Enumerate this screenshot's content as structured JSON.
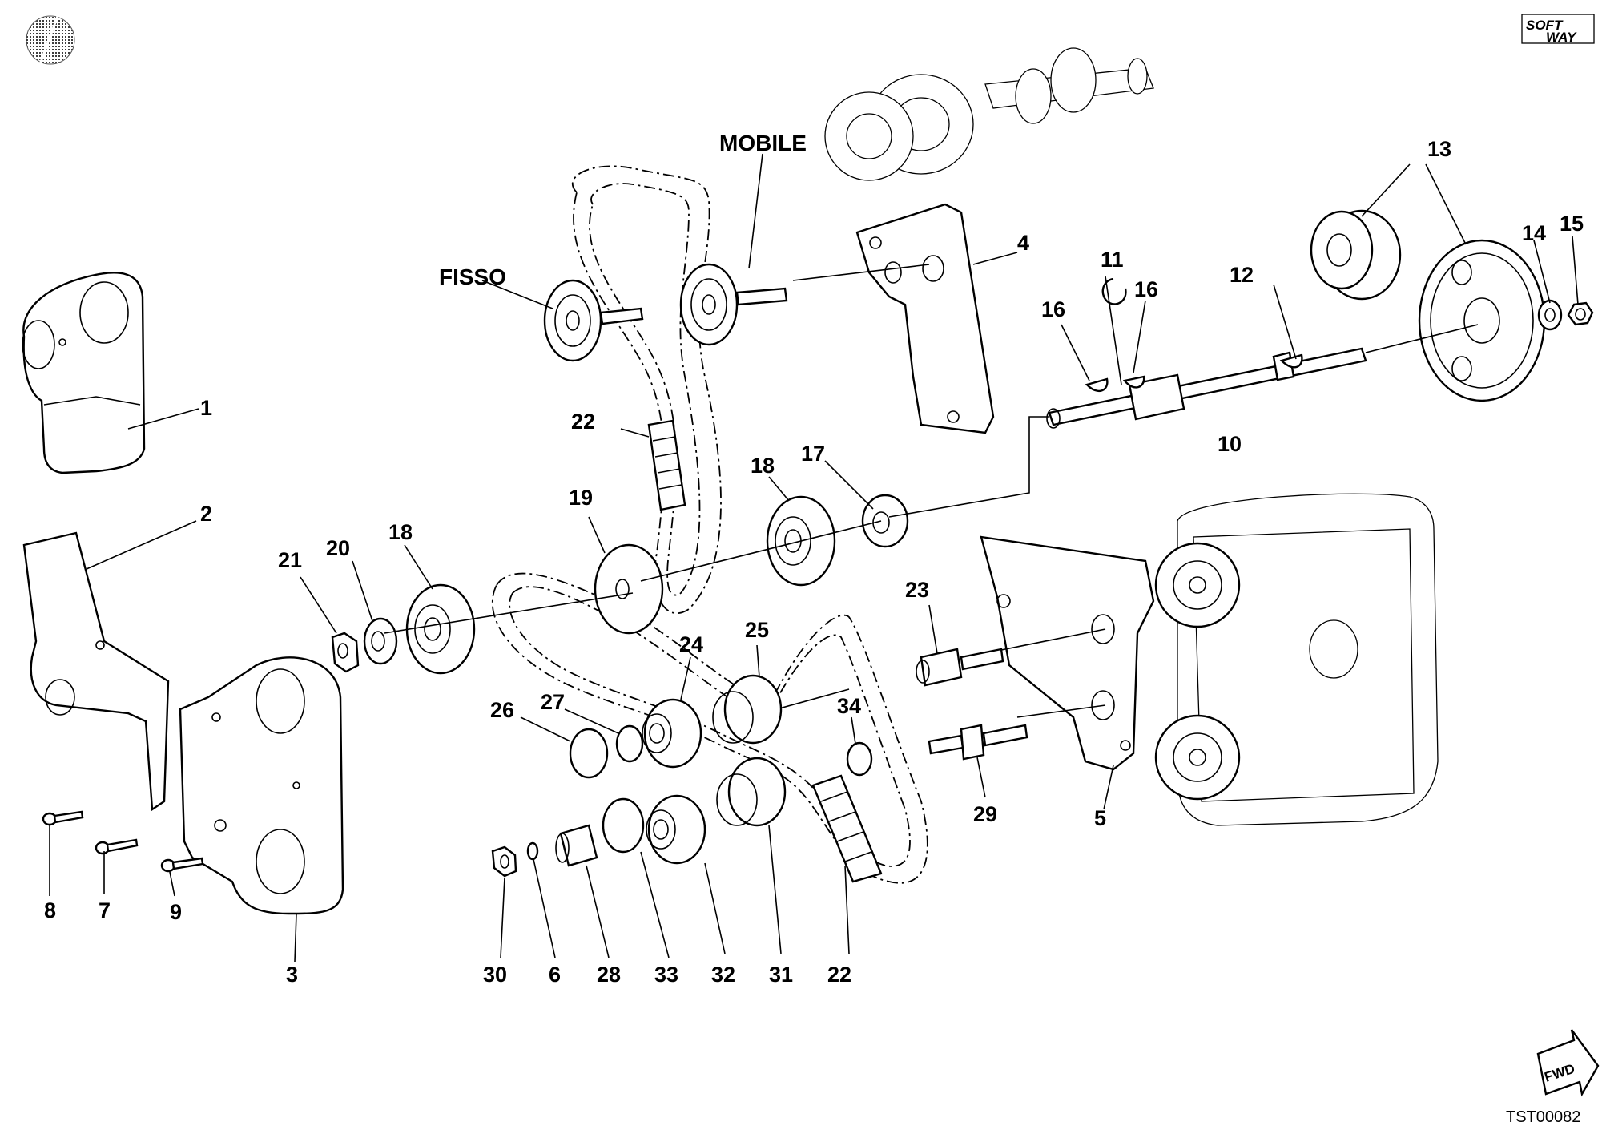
{
  "diagram": {
    "code": "TST00082",
    "words": {
      "fisso": "FISSO",
      "mobile": "MOBILE"
    },
    "logo_soft": "SOFT",
    "logo_way": "WAY",
    "fwd": "FWD",
    "labels": {
      "p1": "1",
      "p2": "2",
      "p3": "3",
      "p4": "4",
      "p5": "5",
      "p6": "6",
      "p7": "7",
      "p8": "8",
      "p9": "9",
      "p10": "10",
      "p11": "11",
      "p12": "12",
      "p13": "13",
      "p14": "14",
      "p15": "15",
      "p16a": "16",
      "p16b": "16",
      "p17": "17",
      "p18a": "18",
      "p18b": "18",
      "p19": "19",
      "p20": "20",
      "p21": "21",
      "p22a": "22",
      "p22b": "22",
      "p23": "23",
      "p24": "24",
      "p25": "25",
      "p26": "26",
      "p27": "27",
      "p28": "28",
      "p29": "29",
      "p30": "30",
      "p31": "31",
      "p32": "32",
      "p33": "33",
      "p34": "34"
    }
  }
}
